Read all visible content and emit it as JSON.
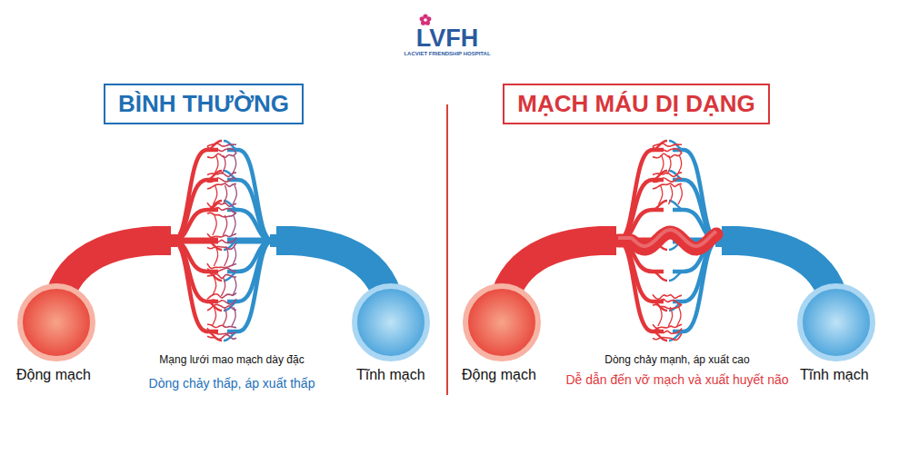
{
  "diagram": {
    "nodes": [
      {
        "text": [
          "BÌNH THƯỜNG"
        ]
      },
      {
        "text": [
          "MẠCH MÁU DỊ DẠNG"
        ]
      }
    ],
    "labels": [
      "LVFH",
      "LACVIET FRIENDSHIP HOSPITAL",
      "Mạng lưới mao mạch dày đặc",
      "Dòng chảy thấp, áp xuất thấp",
      "Động mạch",
      "Tĩnh mạch",
      "Dòng chảy mạnh, áp xuất cao",
      "Dễ dẫn đến vỡ mạch và xuất huyết não",
      "Động mạch",
      "Tĩnh mạch"
    ]
  }
}
